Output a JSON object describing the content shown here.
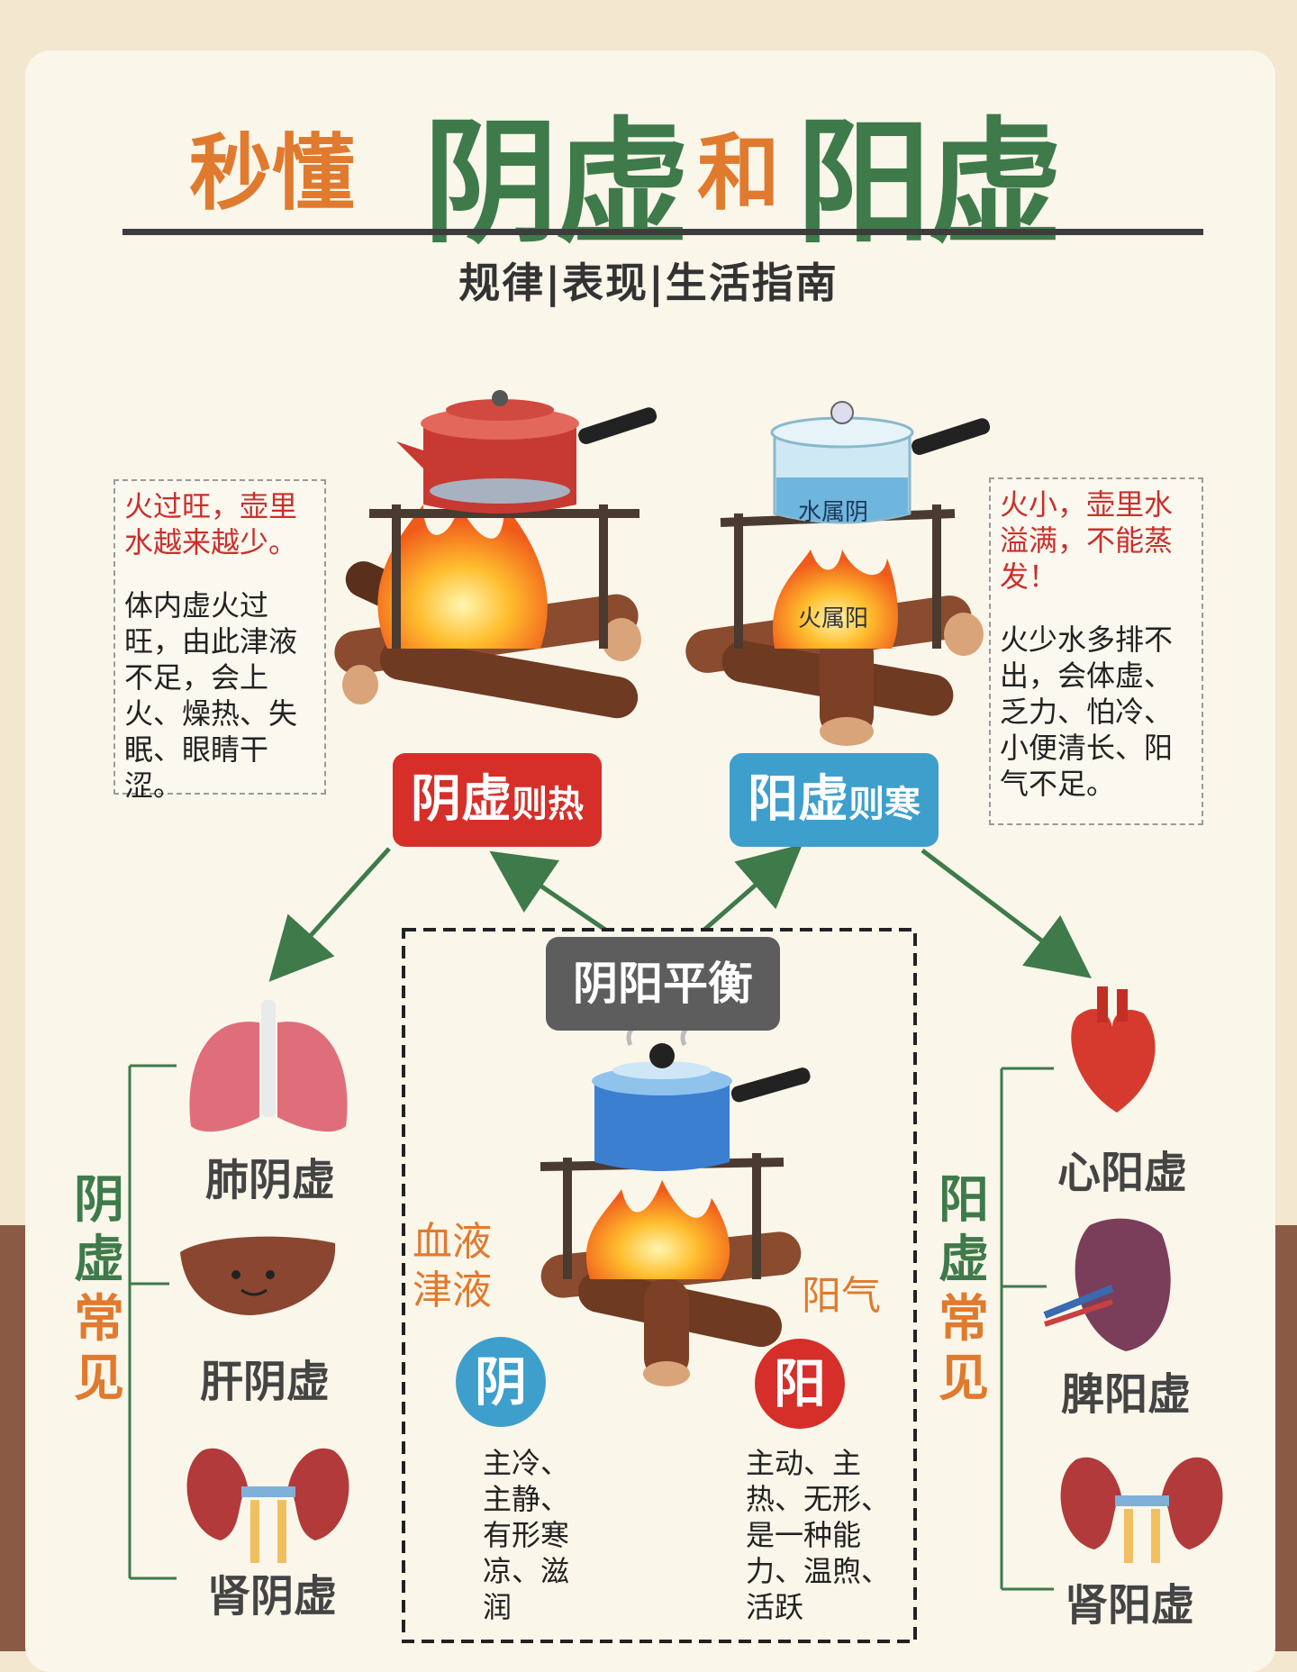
{
  "title": {
    "part1": "秒懂",
    "part2": "阴虚",
    "part3": "和",
    "part4": "阳虚"
  },
  "subtitle": "规律|表现|生活指南",
  "left_note": {
    "highlight": "火过旺，壶里水越来越少。",
    "body": "体内虚火过旺，由此津液不足，会上火、燥热、失眠、眼睛干涩。"
  },
  "right_note": {
    "highlight": "火小，壶里水溢满，不能蒸发！",
    "body": "火少水多排不出，会体虚、乏力、怕冷、小便清长、阳气不足。"
  },
  "pot_labels": {
    "water": "水属阴",
    "fire": "火属阳"
  },
  "yin_badge": {
    "big": "阴虚",
    "small": "则热"
  },
  "yang_badge": {
    "big": "阳虚",
    "small": "则寒"
  },
  "balance": {
    "label": "阴阳平衡",
    "left_hand": "血液\n津液",
    "right_hand": "阳气",
    "yin_circle": "阴",
    "yang_circle": "阳",
    "yin_desc": "主冷、主静、有形寒凉、滋润",
    "yang_desc": "主动、主热、无形、是一种能力、温煦、活跃"
  },
  "yin_side": {
    "heading": "阴虚常见",
    "items": [
      "肺阴虚",
      "肝阴虚",
      "肾阴虚"
    ]
  },
  "yang_side": {
    "heading": "阳虚常见",
    "items": [
      "心阳虚",
      "脾阳虚",
      "肾阳虚"
    ]
  },
  "colors": {
    "red": "#d62f2a",
    "blue": "#3f9fcc",
    "green": "#3e7a4a",
    "orange": "#e07a2e"
  }
}
